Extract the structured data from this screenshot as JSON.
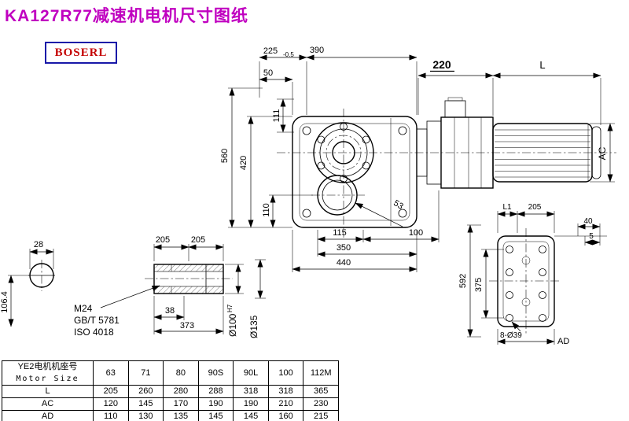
{
  "title": "KA127R77减速机电机尺寸图纸",
  "brand": "BOSERL",
  "dims": {
    "d225": "225",
    "d225tol": "-0.5",
    "d390": "390",
    "d50": "50",
    "d111": "111",
    "d220": "220",
    "dL": "L",
    "d560": "560",
    "d420": "420",
    "d110": "110",
    "d53": "53",
    "d115": "115",
    "d100": "100",
    "d350": "350",
    "d440": "440",
    "dAC": "AC",
    "d28": "28",
    "d106_4": "106.4",
    "d205": "205",
    "m24": "M24",
    "gbt": "GB/T 5781",
    "iso": "ISO 4018",
    "d38": "38",
    "d373": "373",
    "bore": "Ø100",
    "boreFit": "H7",
    "d135": "Ø135",
    "dL1": "L1",
    "d40": "40",
    "d5": "5",
    "d592": "592",
    "d375": "375",
    "holes": "8-Ø39",
    "dAD": "AD"
  },
  "table": {
    "size_label_cn": "YE2电机机座号",
    "size_label_en": "Motor Size",
    "columns": [
      "63",
      "71",
      "80",
      "90S",
      "90L",
      "100",
      "112M"
    ],
    "rows": [
      {
        "label": "L",
        "values": [
          "205",
          "260",
          "280",
          "288",
          "318",
          "318",
          "365"
        ]
      },
      {
        "label": "AC",
        "values": [
          "120",
          "145",
          "170",
          "190",
          "190",
          "210",
          "230"
        ]
      },
      {
        "label": "AD",
        "values": [
          "110",
          "130",
          "135",
          "145",
          "145",
          "160",
          "215"
        ]
      }
    ]
  }
}
